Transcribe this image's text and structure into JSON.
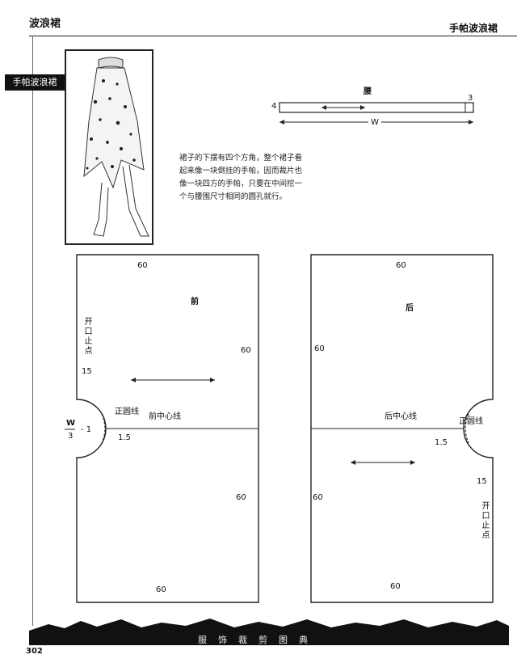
{
  "header": {
    "left_title": "波浪裙",
    "right_title": "手帕波浪裙"
  },
  "side_tab": "手帕波浪裙",
  "waistband": {
    "title": "腰",
    "left_dim": "4",
    "right_dim": "3",
    "width_label": "W"
  },
  "description": "裙子的下摆有四个方角，整个裙子看起来像一块倒挂的手帕，因而裁片也像一块四方的手帕，只要在中间挖一个与腰围尺寸相同的圆孔就行。",
  "front": {
    "title": "前",
    "top_dim": "60",
    "right_dim_upper": "60",
    "right_dim_lower": "60",
    "bottom_dim": "60",
    "opening_label": "开口止点",
    "opening_dim": "15",
    "circle_label": "正圆线",
    "center_label": "前中心线",
    "w_numerator": "W",
    "w_denominator": "3",
    "w_minus": "- 1",
    "ease_dim": "1.5"
  },
  "back": {
    "title": "后",
    "top_dim": "60",
    "left_dim_upper": "60",
    "left_dim_lower": "60",
    "bottom_dim": "60",
    "opening_label": "开口止点",
    "opening_dim": "15",
    "circle_label": "正圆线",
    "center_label": "后中心线",
    "ease_dim": "1.5"
  },
  "footer": {
    "text": "服饰裁剪图典",
    "page_number": "302"
  }
}
